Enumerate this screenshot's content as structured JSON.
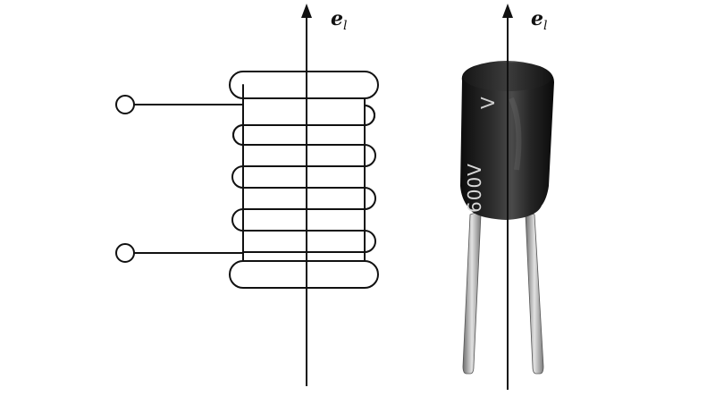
{
  "left_axis": {
    "symbol": "e",
    "subscript": "l"
  },
  "right_axis": {
    "symbol": "e",
    "subscript": "l"
  },
  "inductor_marking": "600V",
  "inductor_marking_top": "V",
  "colors": {
    "ink": "#111111",
    "body": "#1c1c1c",
    "body_highlight": "#4a4a4a",
    "lead": "#a8a8a8",
    "marking": "#d8d8d8"
  }
}
